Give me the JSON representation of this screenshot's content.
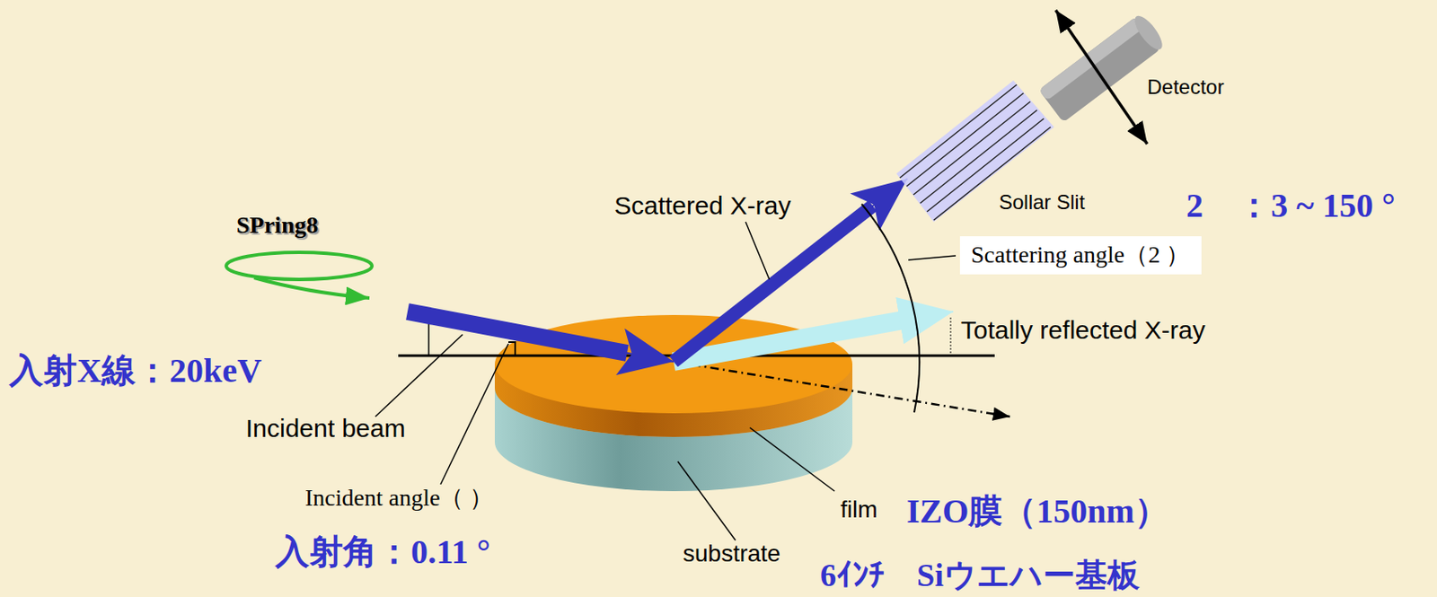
{
  "diagram": {
    "nodes": [
      {
        "text": [
          "Scattering angle（2 ）"
        ]
      }
    ],
    "labels": [
      "SPring8",
      "入射X線：20keV",
      "Incident beam",
      "Incident angle（ ）",
      "入射角：0.11 °",
      "Scattered X-ray",
      "Detector",
      "Sollar Slit",
      "2　：3 ~ 150 °",
      "Totally reflected X-ray",
      "film",
      "IZO膜（150nm）",
      "substrate",
      "6ｲﾝﾁ　Siウエハー基板"
    ]
  }
}
